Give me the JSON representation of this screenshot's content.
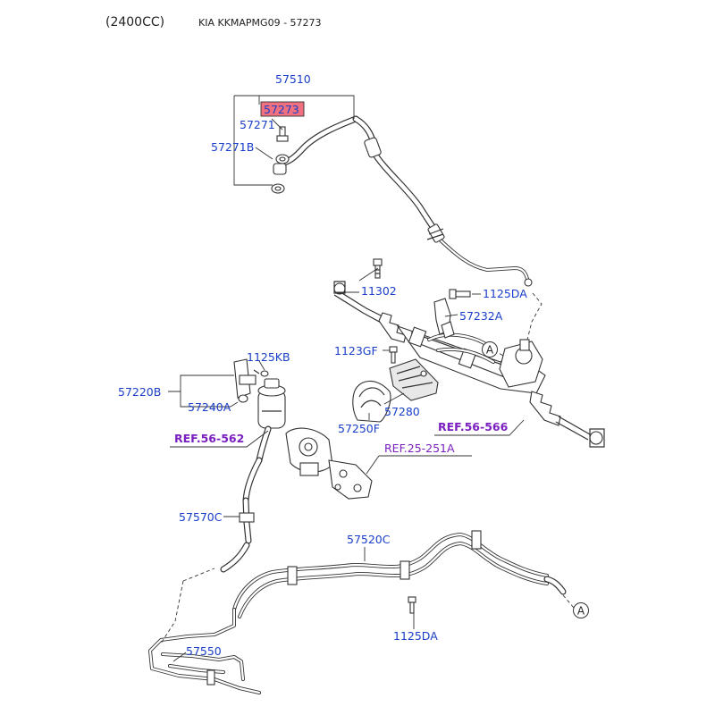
{
  "header": {
    "engine": "(2400CC)",
    "model": "KIA KKMAPMG09 - 57273"
  },
  "labels": {
    "p57510": "57510",
    "p57273": "57273",
    "p57271": "57271",
    "p57271B": "57271B",
    "p11302": "11302",
    "p1125DA_top": "1125DA",
    "p57232A": "57232A",
    "p1123GF": "1123GF",
    "p1125KB": "1125KB",
    "p57220B": "57220B",
    "p57240A": "57240A",
    "p57280": "57280",
    "p57250F": "57250F",
    "p57570C": "57570C",
    "p57520C": "57520C",
    "p1125DA_bottom": "1125DA",
    "p57550": "57550",
    "marker_a": "A"
  },
  "references": {
    "ref_56_566": "REF.56-566",
    "ref_56_562": "REF.56-562",
    "ref_25_251A": "REF.25-251A"
  },
  "highlight": {
    "part": "57273",
    "color": "#f07080"
  }
}
